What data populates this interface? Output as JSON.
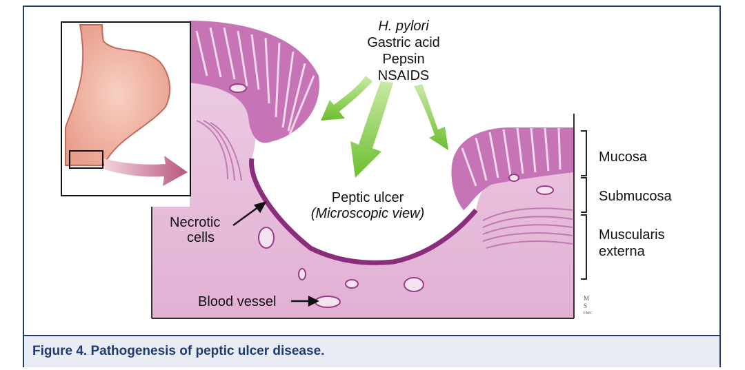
{
  "causes": {
    "line1": "H. pylori",
    "line2": "Gastric acid",
    "line3": "Pepsin",
    "line4": "NSAIDS"
  },
  "ulcer": {
    "title": "Peptic ulcer",
    "subtitle": "(Microscopic view)"
  },
  "necrotic": {
    "line1": "Necrotic",
    "line2": "cells"
  },
  "blood_vessel": "Blood vessel",
  "layers": {
    "mucosa": "Mucosa",
    "submucosa": "Submucosa",
    "muscularis1": "Muscularis",
    "muscularis2": "externa"
  },
  "caption": "Figure 4. Pathogenesis of peptic ulcer disease.",
  "colors": {
    "frame": "#1f3a6e",
    "arrow_green": "#7bc142",
    "tissue": "#e3b5d6",
    "mucosa": "#9c3a8c",
    "stomach": "#f2b6a4"
  }
}
